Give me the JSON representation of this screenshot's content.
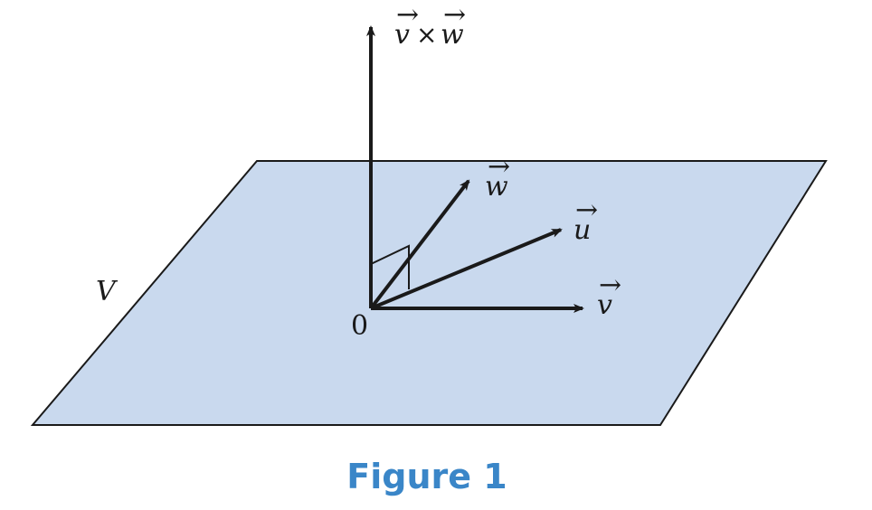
{
  "diagram": {
    "plane_label": "V",
    "origin_label": "0",
    "vectors": {
      "cross": {
        "letter_a": "v",
        "times": "×",
        "letter_b": "w"
      },
      "w": {
        "letter": "w"
      },
      "u": {
        "letter": "u"
      },
      "v": {
        "letter": "v"
      }
    },
    "arrow_symbol": "→"
  },
  "caption": {
    "text": "Figure 1"
  },
  "colors": {
    "plane_fill": "#c9d9ee",
    "stroke": "#1a1a1a",
    "caption": "#3a86c8"
  }
}
